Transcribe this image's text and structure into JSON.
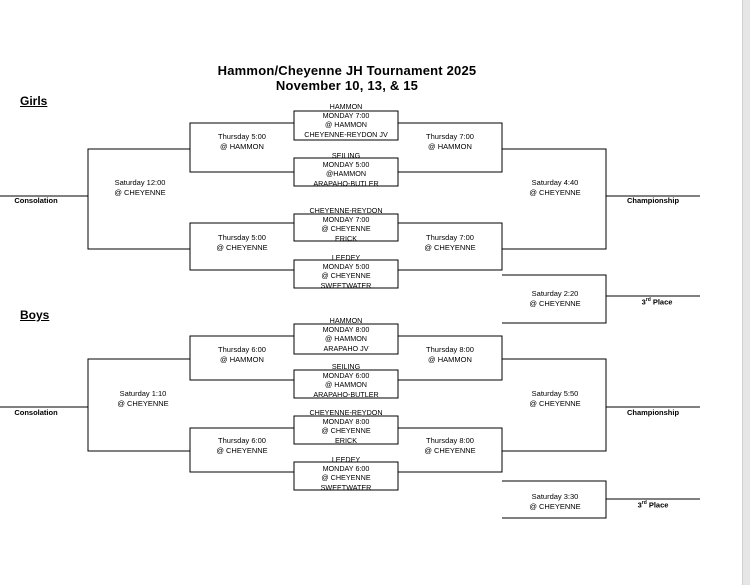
{
  "title": "Hammon/Cheyenne JH Tournament 2025",
  "dates": "November 10, 13, & 15",
  "girls": {
    "heading": "Girls",
    "games": [
      [
        "HAMMON",
        "MONDAY 7:00",
        "@ HAMMON",
        "CHEYENNE-REYDON JV"
      ],
      [
        "SEILING",
        "MONDAY  5:00",
        "@HAMMON",
        "ARAPAHO-BUTLER"
      ],
      [
        "CHEYENNE-REYDON",
        "MONDAY 7:00",
        "@ CHEYENNE",
        "ERICK"
      ],
      [
        "LEEDEY",
        "MONDAY  5:00",
        "@ CHEYENNE",
        "SWEETWATER"
      ]
    ],
    "thu_left_top": [
      "Thursday 5:00",
      "@ HAMMON"
    ],
    "thu_right_top": [
      "Thursday 7:00",
      "@ HAMMON"
    ],
    "thu_left_bot": [
      "Thursday 5:00",
      "@ CHEYENNE"
    ],
    "thu_right_bot": [
      "Thursday 7:00",
      "@ CHEYENNE"
    ],
    "sat_consolation": [
      "Saturday 12:00",
      "@ CHEYENNE"
    ],
    "sat_championship": [
      "Saturday  4:40",
      "@ CHEYENNE"
    ],
    "sat_third": [
      "Saturday  2:20",
      "@ CHEYENNE"
    ]
  },
  "boys": {
    "heading": "Boys",
    "games": [
      [
        "HAMMON",
        "MONDAY 8:00",
        "@ HAMMON",
        "ARAPAHO JV"
      ],
      [
        "SEILING",
        "MONDAY 6:00",
        "@ HAMMON",
        "ARAPAHO-BUTLER"
      ],
      [
        "CHEYENNE-REYDON",
        "MONDAY 8:00",
        "@ CHEYENNE",
        "ERICK"
      ],
      [
        "LEEDEY",
        "MONDAY 6:00",
        "@ CHEYENNE",
        "SWEETWATER"
      ]
    ],
    "thu_left_top": [
      "Thursday 6:00",
      "@ HAMMON"
    ],
    "thu_right_top": [
      "Thursday 8:00",
      "@ HAMMON"
    ],
    "thu_left_bot": [
      "Thursday 6:00",
      "@ CHEYENNE"
    ],
    "thu_right_bot": [
      "Thursday 8:00",
      "@ CHEYENNE"
    ],
    "sat_consolation": [
      "Saturday 1:10",
      "@ CHEYENNE"
    ],
    "sat_championship": [
      "Saturday 5:50",
      "@ CHEYENNE"
    ],
    "sat_third": [
      "Saturday 3:30",
      "@ CHEYENNE"
    ]
  },
  "labels": {
    "consolation": "Consolation",
    "championship": "Championship",
    "third_num": "3",
    "third_sup": "rd",
    "third_word": " Place"
  }
}
